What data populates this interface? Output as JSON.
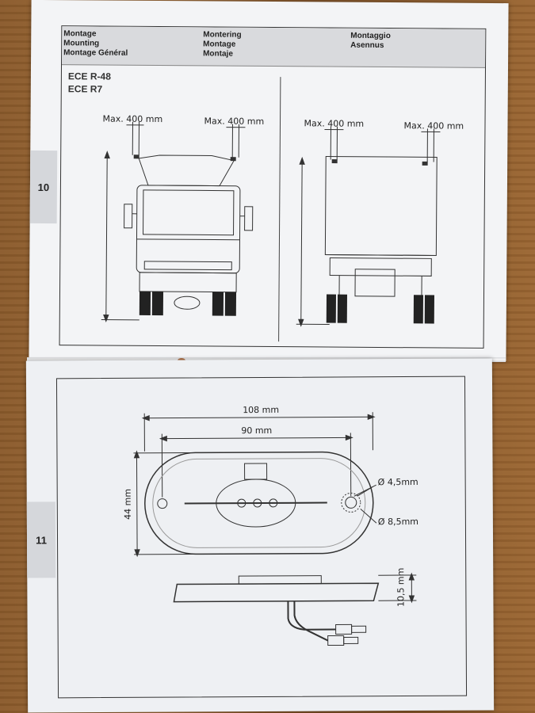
{
  "header": {
    "col1": [
      "Montage",
      "Mounting",
      "Montage Général"
    ],
    "col2": [
      "Montering",
      "Montage",
      "Montaje"
    ],
    "col3": [
      "Montaggio",
      "Asennus"
    ]
  },
  "standards": [
    "ECE R-48",
    "ECE R7"
  ],
  "page_numbers": {
    "top": "10",
    "bottom": "11"
  },
  "mounting_dims": {
    "front_left": "Max. 400 mm",
    "front_right": "Max. 400 mm",
    "rear_left": "Max. 400 mm",
    "rear_right": "Max. 400 mm"
  },
  "lamp_dims": {
    "overall_length": "108 mm",
    "hole_spacing": "90 mm",
    "height": "44 mm",
    "small_hole": "Ø 4,5mm",
    "large_hole": "Ø 8,5mm",
    "depth": "10,5 mm"
  }
}
